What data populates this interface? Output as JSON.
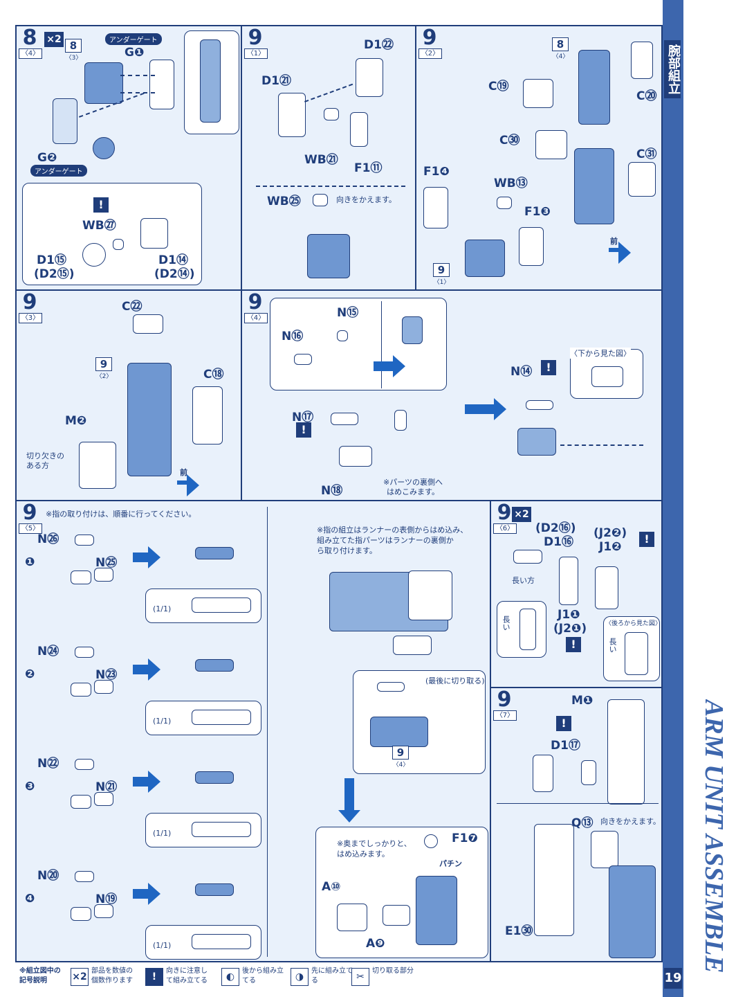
{
  "section_title": "腕部組立",
  "section_title_en": "ARM UNIT ASSEMBLE",
  "page_number": "19",
  "colors": {
    "primary": "#1f3d7a",
    "accent": "#1f66c2",
    "panel": "#e9f1fb",
    "sidebar": "#3d66ad"
  },
  "steps": {
    "s8_4": {
      "number": "8",
      "sub": "〈4〉",
      "mult": "×2",
      "ref": {
        "n": "8",
        "s": "〈3〉"
      },
      "gate_label_1": "アンダーゲート",
      "gate_label_2": "アンダーゲート",
      "g1": "G❶",
      "g2": "G❷",
      "wb27": "WB㉗",
      "d1_15": "D1⑮",
      "d2_15": "(D2⑮)",
      "d1_14": "D1⑭",
      "d2_14": "(D2⑭)"
    },
    "s9_1": {
      "number": "9",
      "sub": "〈1〉",
      "d1_22": "D1㉒",
      "d1_21": "D1㉑",
      "wb21": "WB㉑",
      "f1_11": "F1⑪",
      "wb25": "WB㉕",
      "note": "向きをかえます。"
    },
    "s9_2": {
      "number": "9",
      "sub": "〈2〉",
      "ref": {
        "n": "8",
        "s": "〈4〉"
      },
      "ref2": {
        "n": "9",
        "s": "〈1〉"
      },
      "c19": "C⑲",
      "c20": "C⑳",
      "c30": "C㉚",
      "c31": "C㉛",
      "f1_4": "F1❹",
      "wb13": "WB⑬",
      "f1_3": "F1❸",
      "front": "前"
    },
    "s9_3": {
      "number": "9",
      "sub": "〈3〉",
      "ref": {
        "n": "9",
        "s": "〈2〉"
      },
      "c22": "C㉒",
      "c18": "C⑱",
      "m2": "M❷",
      "notch": "切り欠きの\nある方",
      "front": "前"
    },
    "s9_4": {
      "number": "9",
      "sub": "〈4〉",
      "n15": "N⑮",
      "n16": "N⑯",
      "n17": "N⑰",
      "n18": "N⑱",
      "n14": "N⑭",
      "bottom_view": "〈下から見た図〉",
      "note": "※パーツの裏側へ\nはめこみます。"
    },
    "s9_5": {
      "number": "9",
      "sub": "〈5〉",
      "note_top": "※指の取り付けは、順番に行ってください。",
      "note_assembly": "※指の組立はランナーの表側からはめ込み、\n組み立てた指パーツはランナーの裏側か\nら取り付けます。",
      "last_cut": "(最後に切り取る)",
      "ref": {
        "n": "9",
        "s": "〈4〉"
      },
      "press_note": "※奥までしっかりと、\nはめ込みます。",
      "f1_7": "F1❼",
      "a10": "A⑩",
      "a9": "A❾",
      "click": "パチン",
      "rows": [
        {
          "num": "❶",
          "top": "N㉖",
          "side": "N㉕",
          "ratio": "(1/1)"
        },
        {
          "num": "❷",
          "top": "N㉔",
          "side": "N㉓",
          "ratio": "(1/1)"
        },
        {
          "num": "❸",
          "top": "N㉒",
          "side": "N㉑",
          "ratio": "(1/1)"
        },
        {
          "num": "❹",
          "top": "N⑳",
          "side": "N⑲",
          "ratio": "(1/1)"
        }
      ]
    },
    "s9_6": {
      "number": "9",
      "sub": "〈6〉",
      "mult": "×2",
      "d2_16": "(D2⑯)",
      "d1_16": "D1⑯",
      "j2_2": "(J2❷)",
      "j1_2": "J1❷",
      "long_side": "長い方",
      "j1_1": "J1❶",
      "j2_1": "(J2❶)",
      "long": "長い",
      "back_view": "〈後ろから見た図〉"
    },
    "s9_7": {
      "number": "9",
      "sub": "〈7〉",
      "m1": "M❶",
      "d1_17": "D1⑰",
      "q13": "Q⑬",
      "e1_30": "E1㉚",
      "note": "向きをかえます。"
    }
  },
  "legend": {
    "title": "※組立図中の\n記号説明",
    "items": [
      {
        "icon": "×2",
        "text": "部品を数値の個数作ります"
      },
      {
        "icon": "!",
        "text": "向きに注意して組み立てる"
      },
      {
        "icon": "◐",
        "text": "後から組み立てる"
      },
      {
        "icon": "◑",
        "text": "先に組み立てる"
      },
      {
        "icon": "✂",
        "text": "切り取る部分"
      }
    ]
  }
}
